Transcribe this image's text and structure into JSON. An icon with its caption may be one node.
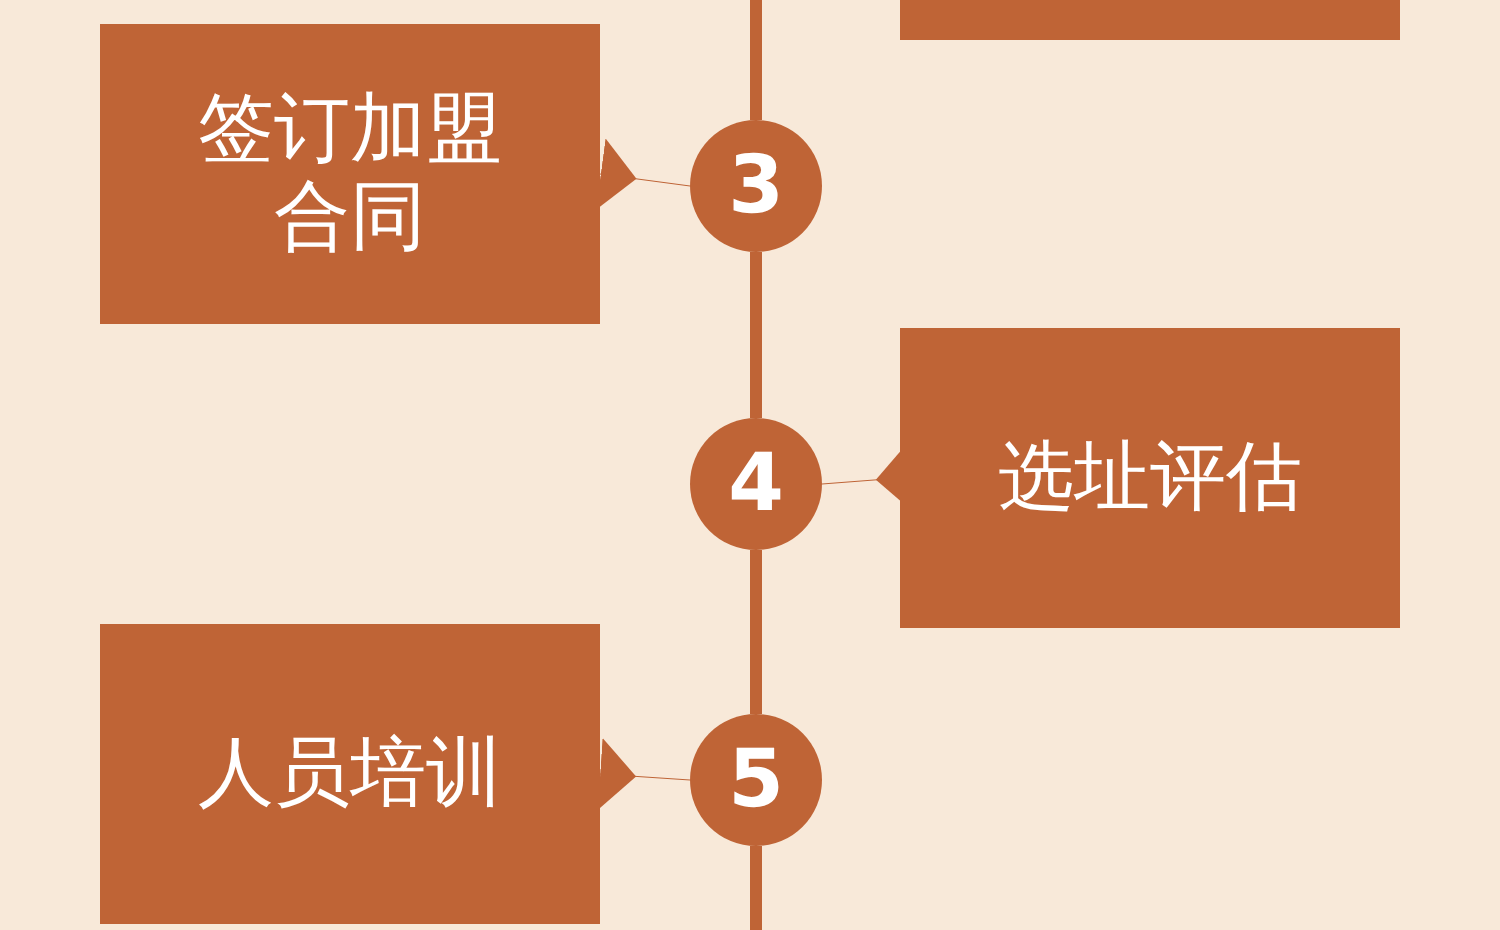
{
  "diagram": {
    "nodes": [
      {
        "text": [],
        "shape": "box"
      },
      {
        "text": [
          "签订加盟合同"
        ]
      },
      {
        "text": [
          "3"
        ]
      },
      {
        "text": [
          "4"
        ]
      },
      {
        "text": [
          "选址评估"
        ]
      },
      {
        "text": [
          "人员培训"
        ]
      },
      {
        "text": [
          "5"
        ]
      }
    ],
    "edges": [
      {
        "from": 1,
        "to": 2,
        "arrow": "to"
      },
      {
        "from": 4,
        "to": 3,
        "arrow": "to"
      },
      {
        "from": 5,
        "to": 6,
        "arrow": "to"
      },
      {
        "from": 2,
        "to": 3,
        "arrow": "none",
        "style": "thick"
      },
      {
        "from": 3,
        "to": 6,
        "arrow": "none",
        "style": "thick"
      }
    ]
  }
}
